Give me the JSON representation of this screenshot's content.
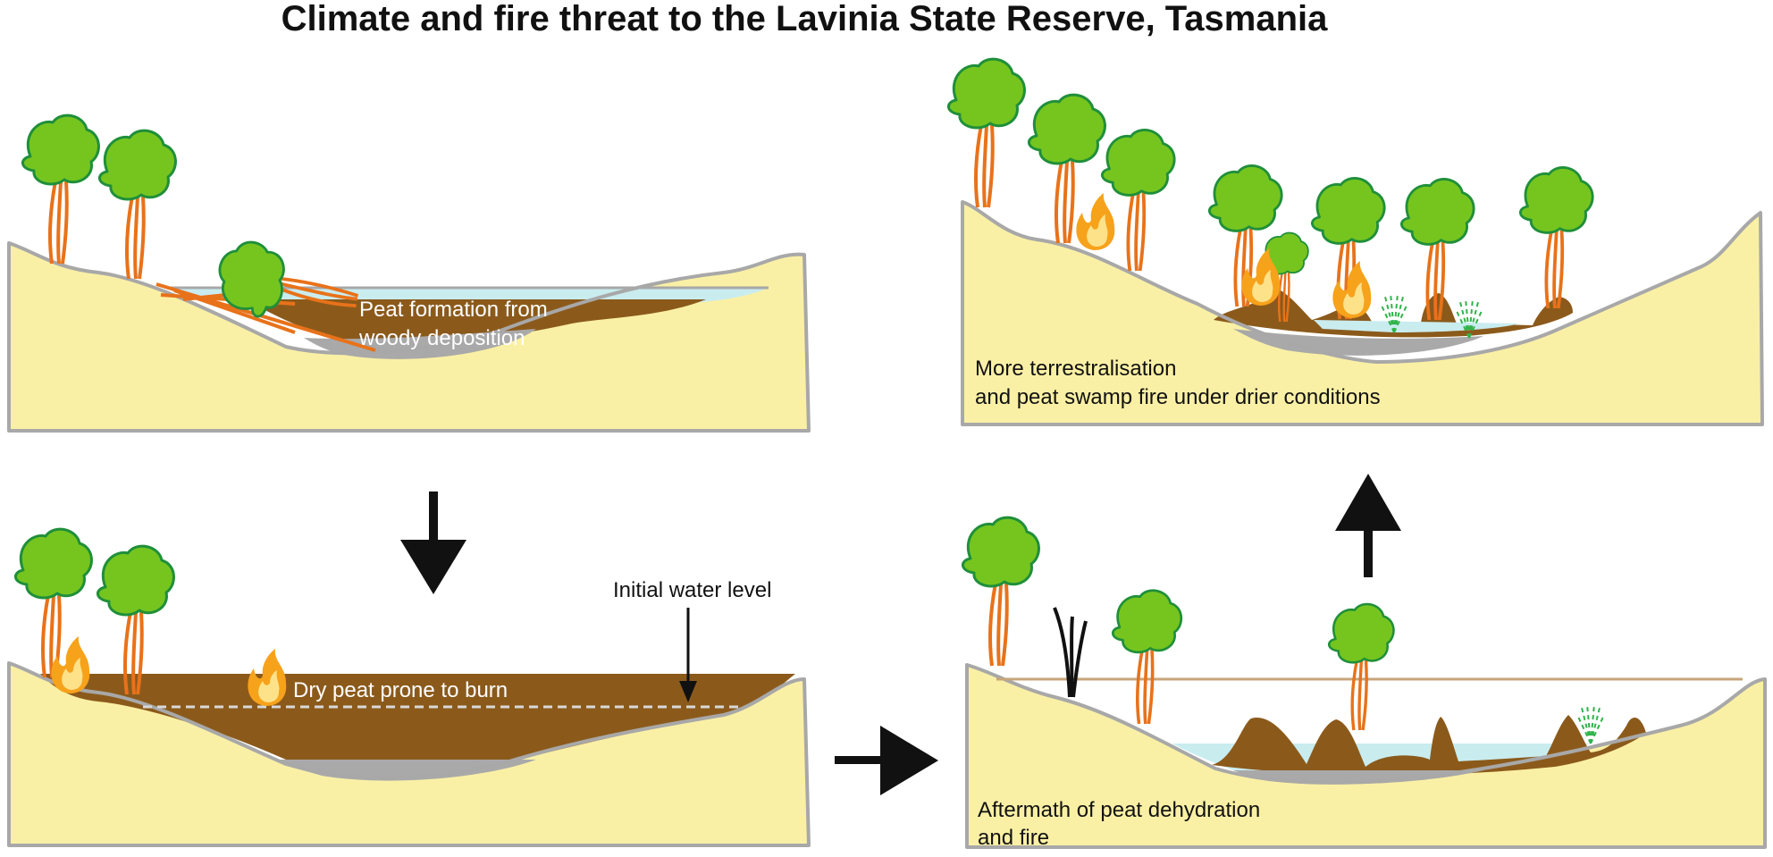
{
  "title": "Climate and fire threat to the Lavinia State Reserve, Tasmania",
  "panels": {
    "p1": {
      "label_lines": [
        "Peat formation from",
        "woody deposition"
      ]
    },
    "p2": {
      "label": "Dry peat prone to burn",
      "water_label": "Initial water level"
    },
    "p3": {
      "label_lines": [
        "Aftermath of peat dehydration",
        "and fire"
      ]
    },
    "p4": {
      "label_lines": [
        "More terrestralisation",
        "and peat swamp fire under drier conditions"
      ]
    }
  },
  "colors": {
    "sand": "#faf0a5",
    "peat": "#8b5a1b",
    "water": "#c9ecef",
    "sediment": "#a9a9a9",
    "canopy": "#76c51f",
    "canopy_edge": "#1f8f3a",
    "trunk": "#e8721a",
    "arrow": "#111111"
  },
  "icons": [
    "tree-icon",
    "flame-icon",
    "dead-tree-icon",
    "sprout-icon",
    "arrow-down-icon",
    "arrow-right-icon",
    "arrow-up-icon"
  ]
}
